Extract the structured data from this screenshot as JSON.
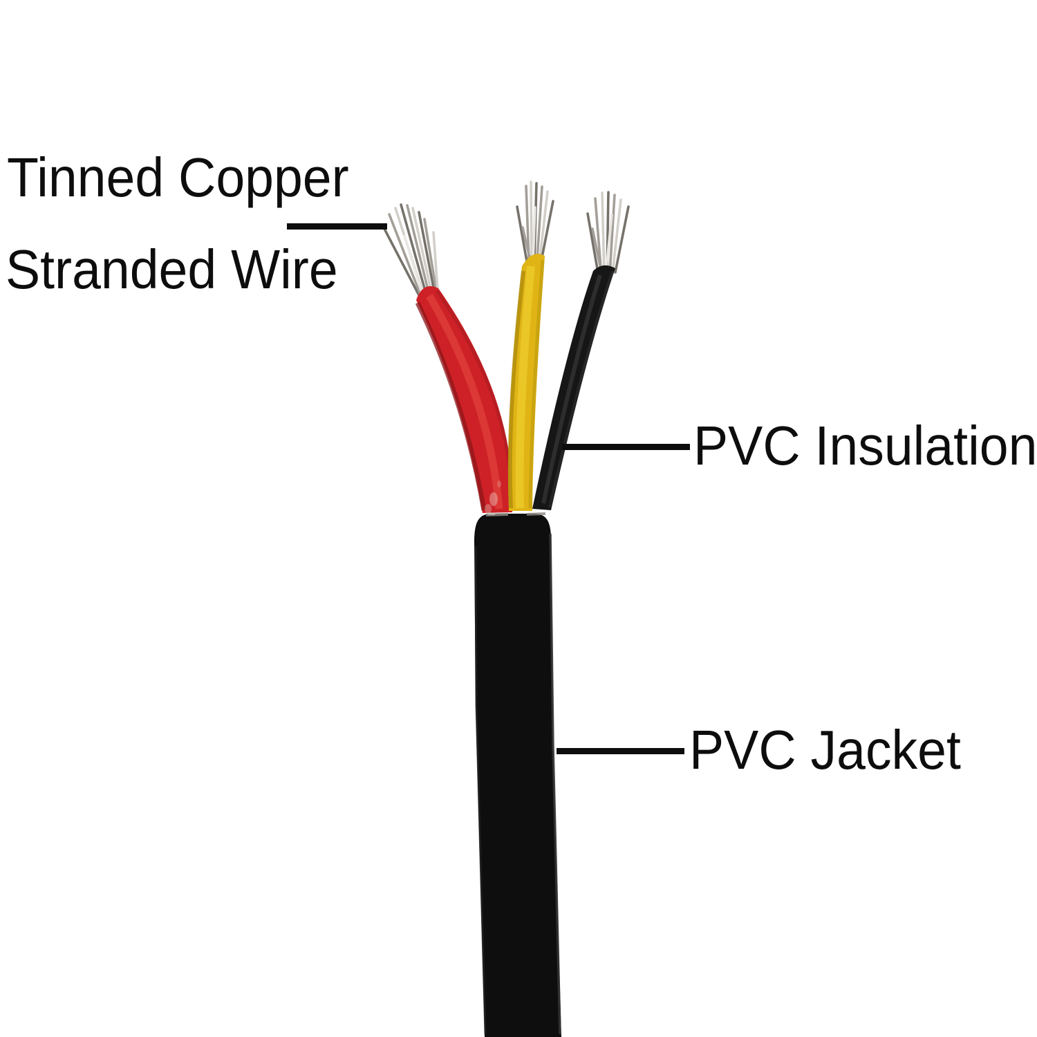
{
  "diagram": {
    "background": "#ffffff",
    "labels": {
      "stranded_wire_line1": "Tinned Copper",
      "stranded_wire_line2": "Stranded Wire",
      "pvc_insulation": "PVC Insulation",
      "pvc_jacket": "PVC Jacket"
    },
    "conductors": [
      {
        "name": "red-wire",
        "color": "#ce2127"
      },
      {
        "name": "yellow-wire",
        "color": "#dfb414"
      },
      {
        "name": "black-wire",
        "color": "#161616"
      }
    ],
    "colors": {
      "label_text": "#0d0d0d",
      "pointer_line": "#0d0d0d",
      "wire_red": "#ce2127",
      "wire_yellow": "#dfb414",
      "wire_black": "#161616",
      "cable_jacket": "#0e0e0e",
      "tinned_strands": "#a39f98"
    }
  }
}
